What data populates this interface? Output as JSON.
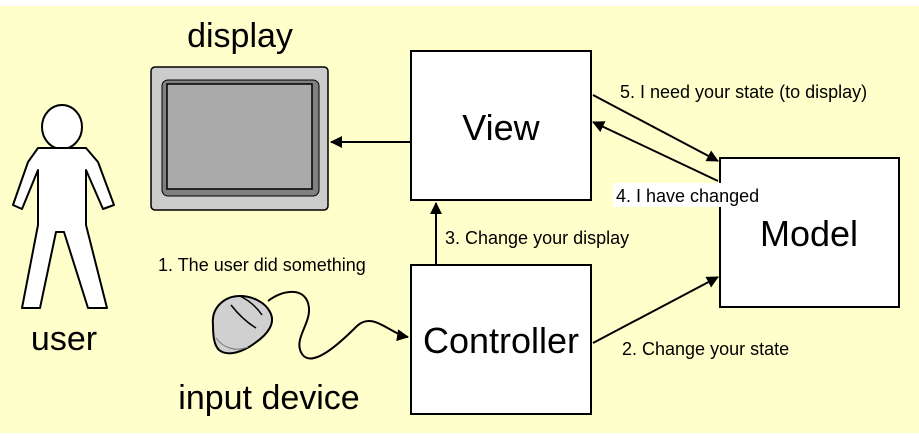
{
  "colors": {
    "background": "#ffffcc",
    "box_fill": "#ffffff",
    "stroke": "#000000",
    "monitor_frame": "#cccccc",
    "monitor_screen": "#aaaaaa",
    "mouse_body": "#d0d0d0"
  },
  "labels": {
    "display": "display",
    "user": "user",
    "input_device": "input device"
  },
  "boxes": {
    "view": "View",
    "controller": "Controller",
    "model": "Model"
  },
  "messages": {
    "m1": "1. The user did something",
    "m2": "2. Change your state",
    "m3": "3. Change your display",
    "m4": "4. I have changed",
    "m5": "5. I need your state (to display)"
  },
  "icons": {
    "user": "person-icon",
    "display": "monitor-icon",
    "input": "mouse-icon"
  }
}
